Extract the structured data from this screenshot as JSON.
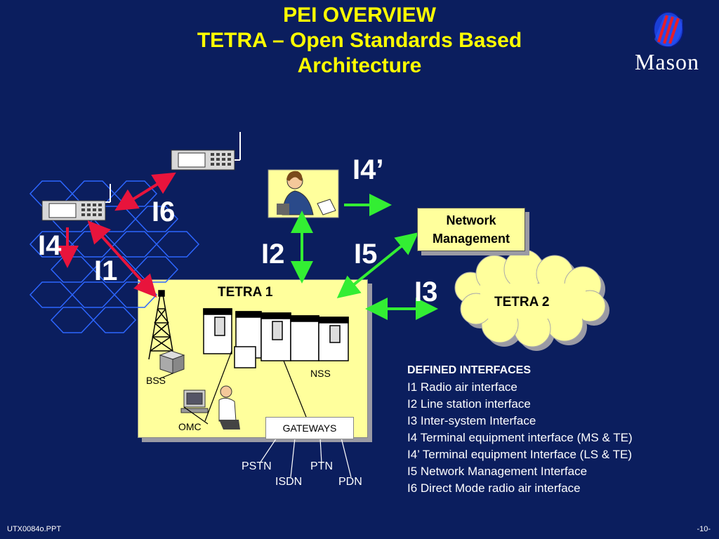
{
  "title": {
    "line1": "PEI OVERVIEW",
    "line2": "TETRA – Open Standards Based",
    "line3": "Architecture"
  },
  "logo": {
    "text": "Mason"
  },
  "interfaces": {
    "i1": "I1",
    "i2": "I2",
    "i3": "I3",
    "i4": "I4",
    "i4p": "I4’",
    "i5": "I5",
    "i6": "I6"
  },
  "network_management": {
    "line1": "Network",
    "line2": "Management"
  },
  "tetra1": {
    "title": "TETRA 1",
    "bss": "BSS",
    "nss": "NSS",
    "omc": "OMC",
    "gateways": "GATEWAYS"
  },
  "tetra2": {
    "title": "TETRA 2"
  },
  "networks": {
    "pstn": "PSTN",
    "ptn": "PTN",
    "isdn": "ISDN",
    "pdn": "PDN"
  },
  "legend": {
    "heading": "DEFINED INTERFACES",
    "items": [
      "I1  Radio air interface",
      "I2  Line station interface",
      "I3  Inter-system Interface",
      "I4  Terminal equipment interface (MS & TE)",
      "I4’ Terminal equipment Interface (LS & TE)",
      "I5  Network Management Interface",
      "I6  Direct Mode radio air interface"
    ]
  },
  "footer": {
    "left": "UTX0084o.PPT",
    "right": "-10-"
  },
  "colors": {
    "background": "#0b1e5e",
    "title": "#ffff00",
    "green_arrow": "#33ee33",
    "red_arrow": "#e8143c",
    "box": "#ffff9c"
  }
}
